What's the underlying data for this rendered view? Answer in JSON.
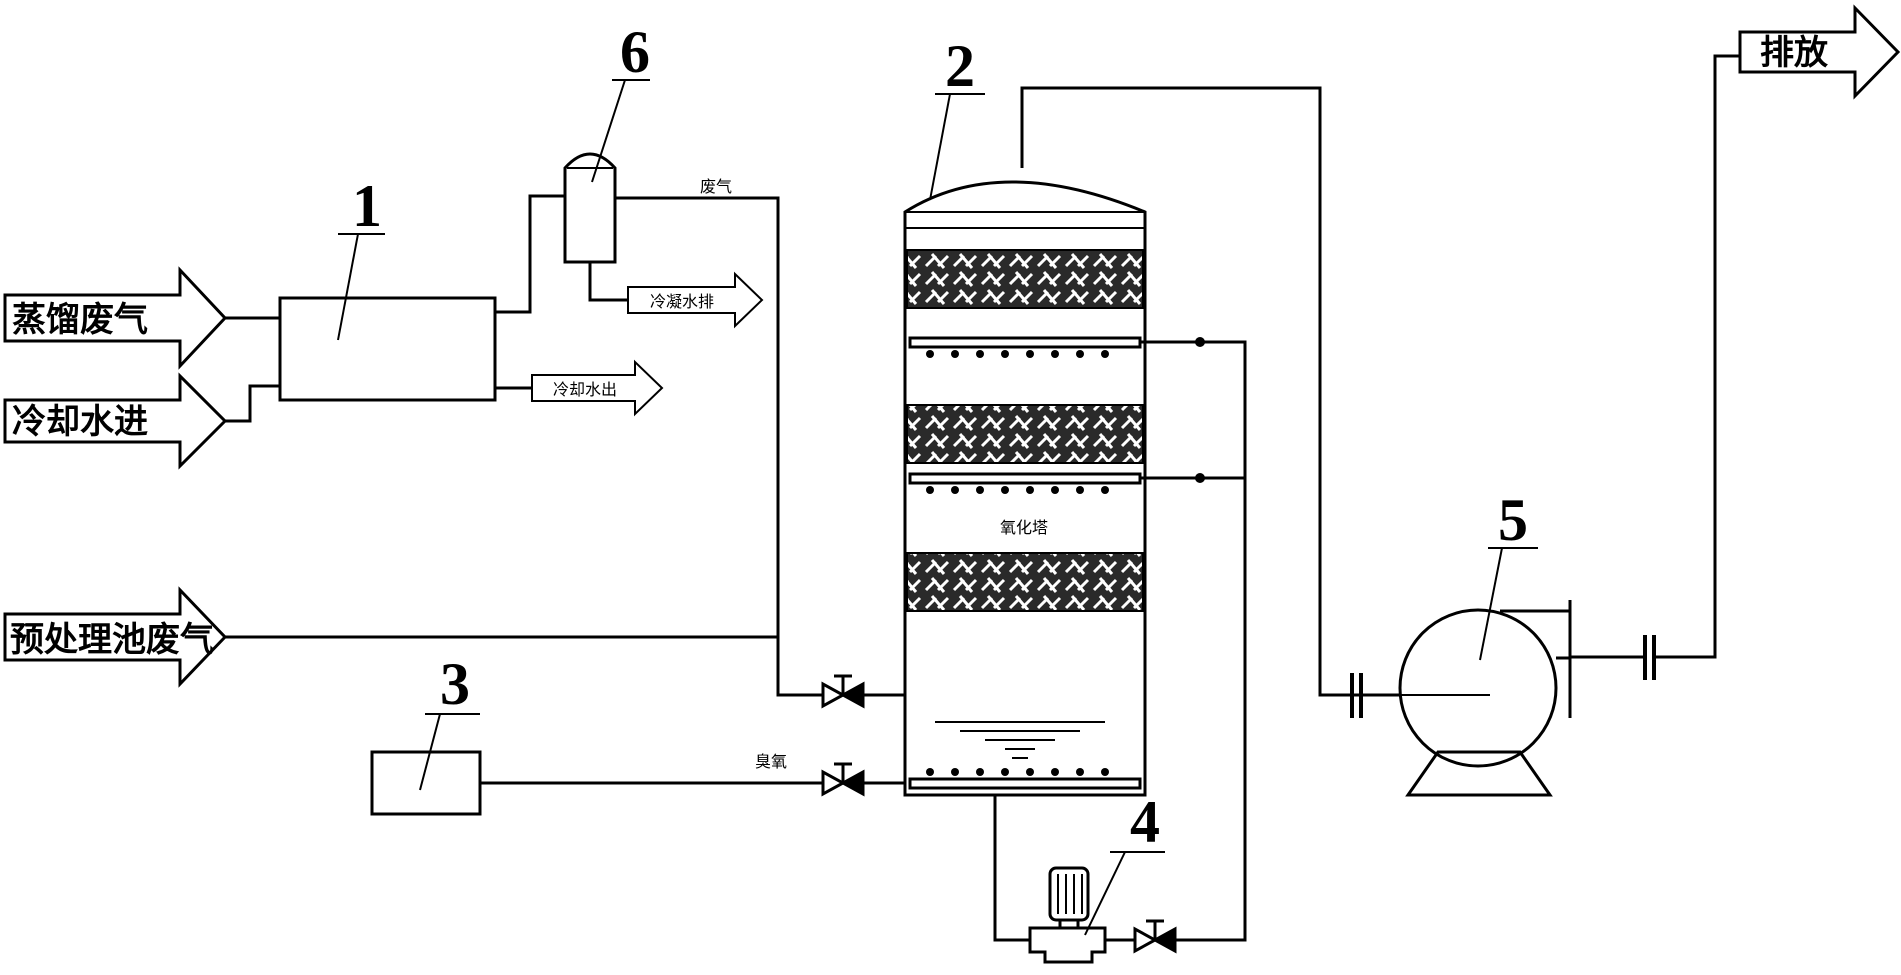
{
  "numbers": {
    "n1": "1",
    "n2": "2",
    "n3": "3",
    "n4": "4",
    "n5": "5",
    "n6": "6"
  },
  "inlets": {
    "distill_gas": "蒸馏废气",
    "cooling_water_in": "冷却水进",
    "pretreat_gas": "预处理池废气"
  },
  "outlets": {
    "discharge": "排放",
    "condensate_out": "冷凝水排",
    "cooling_water_out": "冷却水出"
  },
  "pipe_labels": {
    "waste_gas": "废气",
    "ozone": "臭氧"
  },
  "tower_label": "氧化塔",
  "colors": {
    "line": "#000000",
    "background": "#ffffff",
    "packing": "#2a2a2a"
  }
}
